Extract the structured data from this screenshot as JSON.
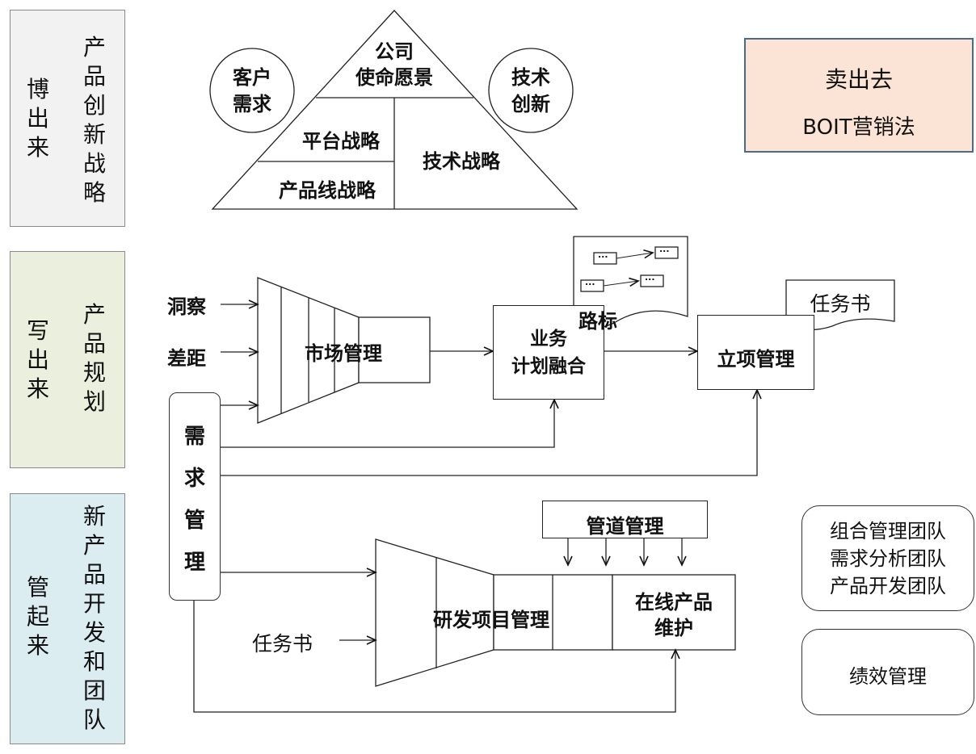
{
  "stages": [
    {
      "short": "博出来",
      "long": "产品创新战略",
      "bg": "#f2f2f2"
    },
    {
      "short": "写出来",
      "long": "产品规划",
      "bg": "#ebf0de"
    },
    {
      "short": "管起来",
      "long": "新产品开发和团队",
      "bg": "#dcedf2"
    }
  ],
  "pyramid": {
    "top": [
      "公司",
      "使命愿景"
    ],
    "platform": "平台战略",
    "product_line": "产品线战略",
    "technology": "技术战略"
  },
  "circles": {
    "customer": [
      "客户",
      "需求"
    ],
    "tech": [
      "技术",
      "创新"
    ]
  },
  "sell": {
    "line1": "卖出去",
    "line2": "BOIT营销法",
    "bg": "#fbe4d5",
    "border": "#4a6a8a"
  },
  "inputs": {
    "insight": "洞察",
    "gap": "差距"
  },
  "market": "市场管理",
  "demand": "需求管理",
  "plan": [
    "业务",
    "计划融合"
  ],
  "roadmap": {
    "label": "路标",
    "node": "..."
  },
  "task_doc": "任务书",
  "project": "立项管理",
  "pipeline": "管道管理",
  "rd": "研发项目管理",
  "online": [
    "在线产品",
    "维护"
  ],
  "task_input": "任务书",
  "teams": [
    "组合管理团队",
    "需求分析团队",
    "产品开发团队"
  ],
  "performance": "绩效管理"
}
